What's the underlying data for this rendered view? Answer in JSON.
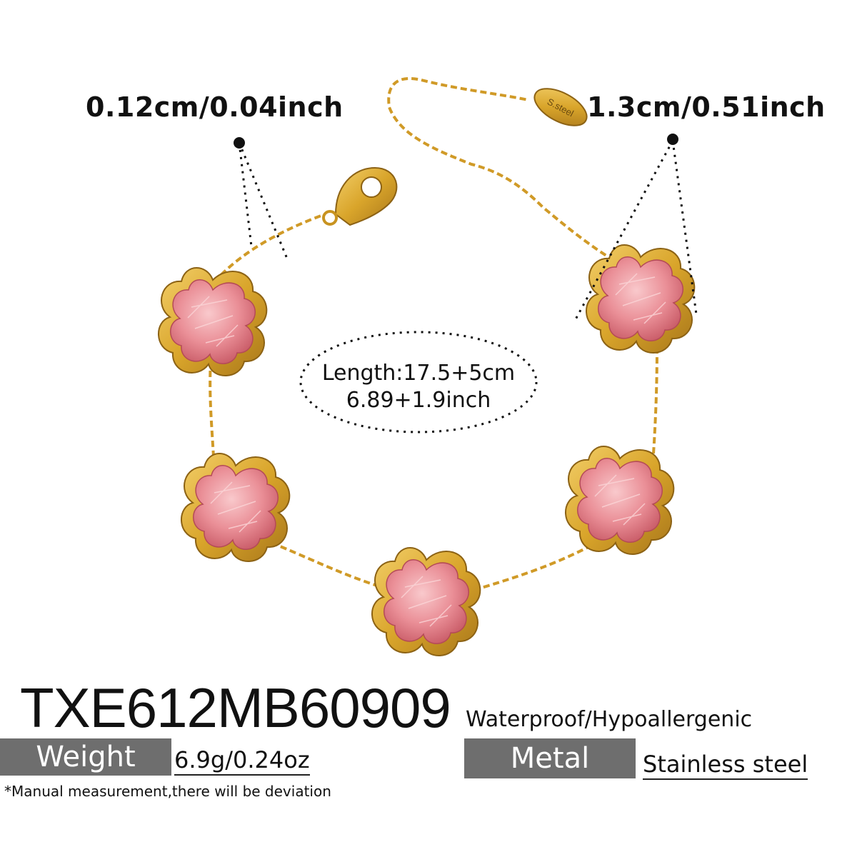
{
  "labels": {
    "thickness": "0.12cm/0.04inch",
    "pendant_size": "1.3cm/0.51inch",
    "length_line1": "Length:17.5+5cm",
    "length_line2": "6.89+1.9inch",
    "tag_engraving": "S.steel"
  },
  "product": {
    "sku": "TXE612MB60909",
    "features": "Waterproof/Hypoallergenic",
    "weight_label": "Weight",
    "weight_value": "6.9g/0.24oz",
    "metal_label": "Metal",
    "metal_value": "Stainless steel",
    "note": "*Manual measurement,there will be deviation"
  },
  "colors": {
    "gold": "#d9a52b",
    "gold_dark": "#a8761a",
    "stone": "#e8848c",
    "stone_light": "#f4b3b8",
    "tag_bg": "#6e6e6e"
  },
  "icons": [
    "clover-pendant-icon",
    "lobster-clasp-icon",
    "chain-icon"
  ]
}
